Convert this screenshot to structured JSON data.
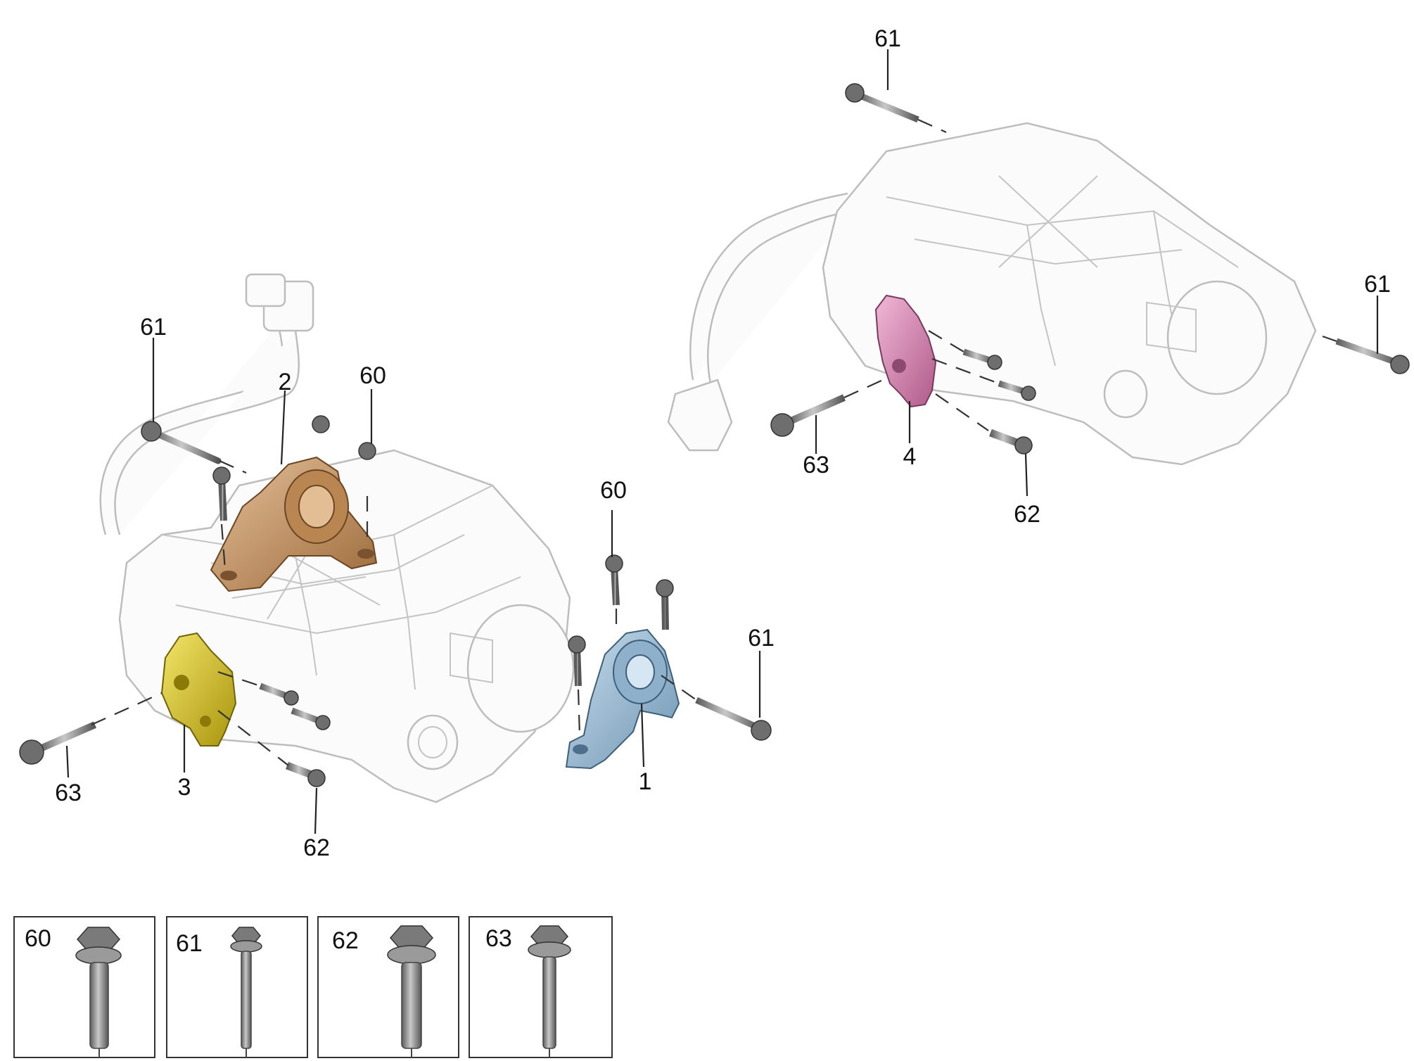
{
  "callouts": {
    "part_1": "1",
    "part_2": "2",
    "part_3": "3",
    "part_4": "4",
    "bolt_60_a": "60",
    "bolt_60_b": "60",
    "bolt_61_a": "61",
    "bolt_61_b": "61",
    "bolt_61_c": "61",
    "bolt_61_d": "61",
    "bolt_62_a": "62",
    "bolt_62_b": "62",
    "bolt_63_a": "63",
    "bolt_63_b": "63"
  },
  "legend": [
    {
      "label": "60"
    },
    {
      "label": "61"
    },
    {
      "label": "62"
    },
    {
      "label": "63"
    }
  ],
  "colors": {
    "mount_1": "#9fbfd6",
    "mount_2": "#c99a66",
    "mount_3": "#d8c21a",
    "mount_4": "#d98ab5"
  }
}
